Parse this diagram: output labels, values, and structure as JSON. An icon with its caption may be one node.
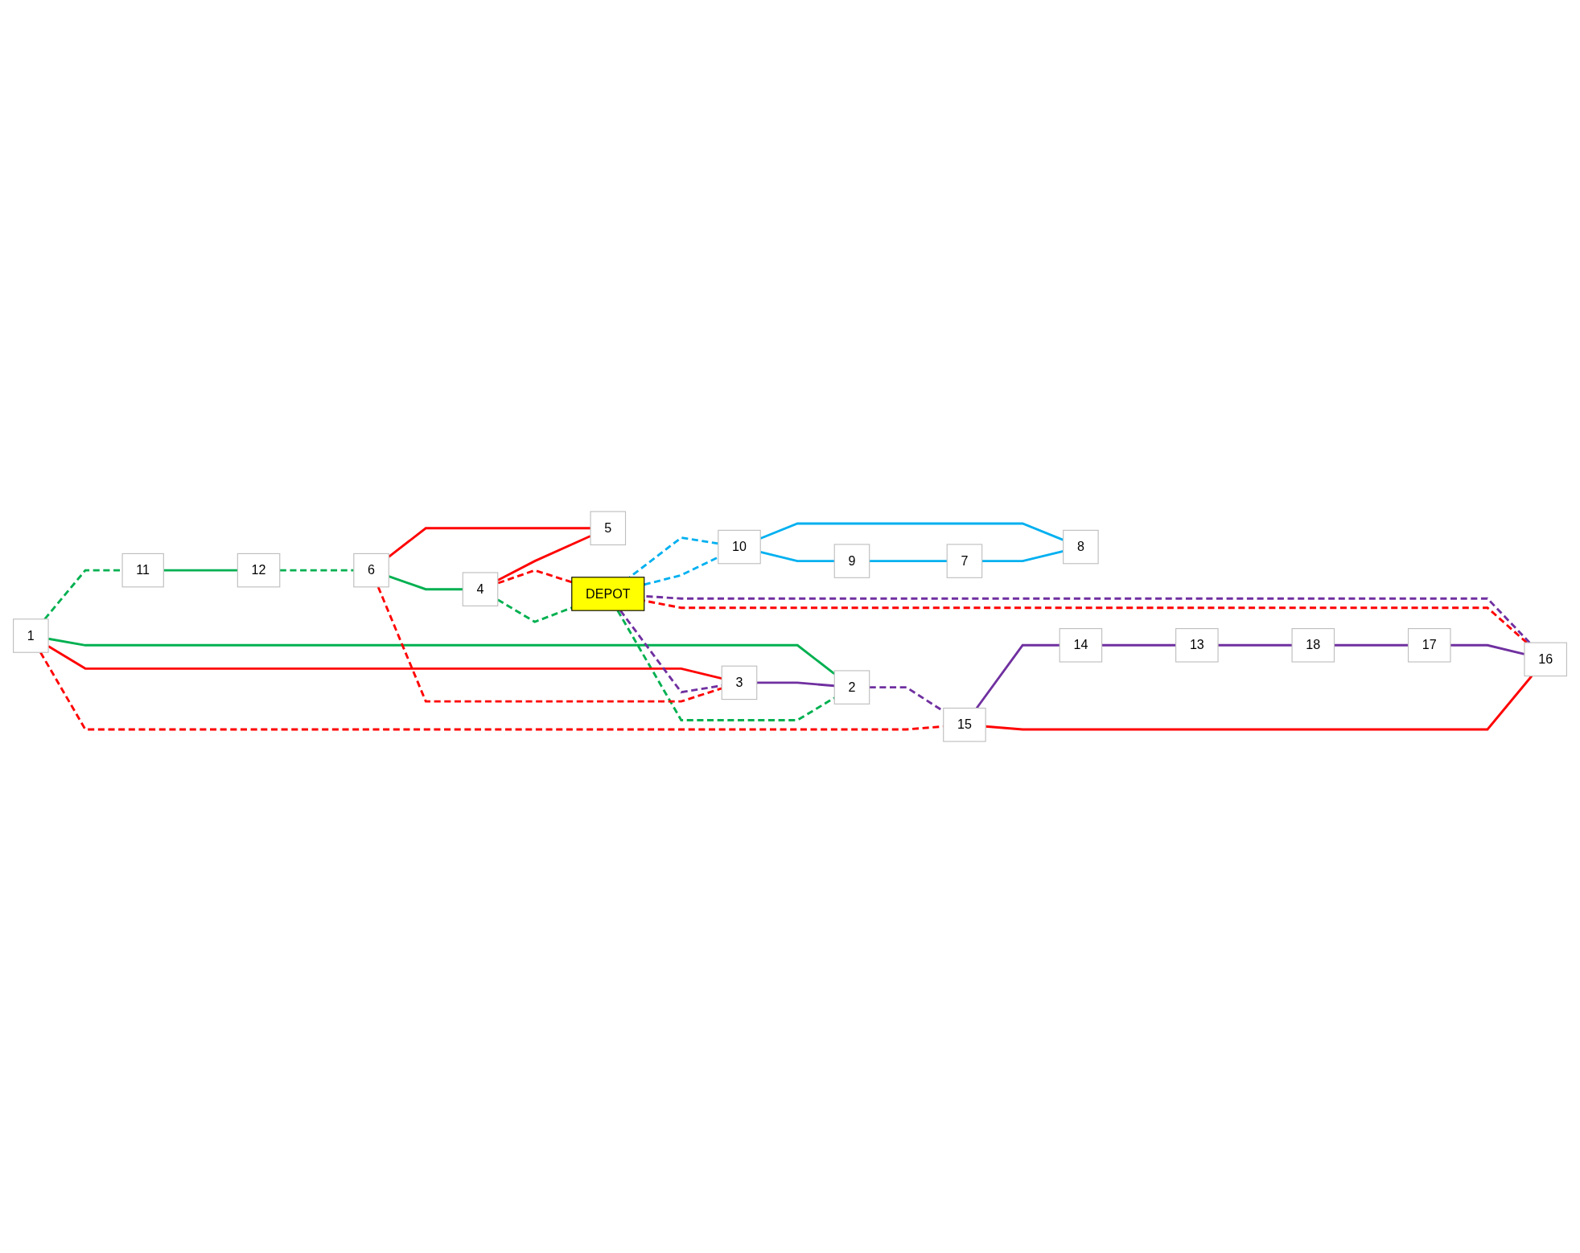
{
  "diagram": {
    "nodes": [
      {
        "text": [
          "1"
        ]
      },
      {
        "text": [
          "2"
        ]
      },
      {
        "text": [
          "3"
        ]
      },
      {
        "text": [
          "4"
        ]
      },
      {
        "text": [
          "5"
        ]
      },
      {
        "text": [
          "6"
        ]
      },
      {
        "text": [
          "7"
        ]
      },
      {
        "text": [
          "8"
        ]
      },
      {
        "text": [
          "9"
        ]
      },
      {
        "text": [
          "10"
        ]
      },
      {
        "text": [
          "11"
        ]
      },
      {
        "text": [
          "12"
        ]
      },
      {
        "text": [
          "13"
        ]
      },
      {
        "text": [
          "14"
        ]
      },
      {
        "text": [
          "15"
        ]
      },
      {
        "text": [
          "16"
        ]
      },
      {
        "text": [
          "17"
        ]
      },
      {
        "text": [
          "18"
        ]
      },
      {
        "text": [
          "DEPOT"
        ]
      }
    ],
    "edges": [
      {
        "from": 18,
        "to": 1,
        "arrow": "none",
        "style": "dashed",
        "color": "#00b050"
      },
      {
        "from": 1,
        "to": 0,
        "arrow": "none",
        "color": "#00b050"
      },
      {
        "from": 0,
        "to": 10,
        "arrow": "none",
        "style": "dashed",
        "color": "#00b050"
      },
      {
        "from": 10,
        "to": 11,
        "arrow": "none",
        "color": "#00b050"
      },
      {
        "from": 11,
        "to": 5,
        "arrow": "none",
        "style": "dashed",
        "color": "#00b050"
      },
      {
        "from": 5,
        "to": 3,
        "arrow": "none",
        "color": "#00b050"
      },
      {
        "from": 3,
        "to": 18,
        "arrow": "none",
        "style": "dashed",
        "color": "#00b050"
      },
      {
        "from": 18,
        "to": 3,
        "arrow": "none",
        "style": "dashed",
        "color": "#ff0000"
      },
      {
        "from": 3,
        "to": 4,
        "arrow": "none",
        "color": "#ff0000"
      },
      {
        "from": 4,
        "to": 5,
        "arrow": "none",
        "color": "#ff0000"
      },
      {
        "from": 5,
        "to": 2,
        "arrow": "none",
        "style": "dashed",
        "color": "#ff0000"
      },
      {
        "from": 2,
        "to": 0,
        "arrow": "none",
        "color": "#ff0000"
      },
      {
        "from": 0,
        "to": 14,
        "arrow": "none",
        "style": "dashed",
        "color": "#ff0000"
      },
      {
        "from": 14,
        "to": 15,
        "arrow": "none",
        "color": "#ff0000"
      },
      {
        "from": 15,
        "to": 18,
        "arrow": "none",
        "style": "dashed",
        "color": "#ff0000"
      },
      {
        "from": 18,
        "to": 2,
        "arrow": "none",
        "style": "dashed",
        "color": "#7030a0"
      },
      {
        "from": 2,
        "to": 1,
        "arrow": "none",
        "color": "#7030a0"
      },
      {
        "from": 1,
        "to": 14,
        "arrow": "none",
        "style": "dashed",
        "color": "#7030a0"
      },
      {
        "from": 14,
        "to": 13,
        "arrow": "none",
        "color": "#7030a0"
      },
      {
        "from": 13,
        "to": 12,
        "arrow": "none",
        "color": "#7030a0"
      },
      {
        "from": 12,
        "to": 17,
        "arrow": "none",
        "color": "#7030a0"
      },
      {
        "from": 17,
        "to": 16,
        "arrow": "none",
        "color": "#7030a0"
      },
      {
        "from": 16,
        "to": 15,
        "arrow": "none",
        "color": "#7030a0"
      },
      {
        "from": 15,
        "to": 18,
        "arrow": "none",
        "style": "dashed",
        "color": "#7030a0"
      },
      {
        "from": 18,
        "to": 9,
        "arrow": "none",
        "style": "dashed",
        "color": "#00b0f0"
      },
      {
        "from": 9,
        "to": 18,
        "arrow": "none",
        "style": "dashed",
        "color": "#00b0f0"
      },
      {
        "from": 6,
        "to": 7,
        "arrow": "none",
        "color": "#00b0f0"
      },
      {
        "from": 7,
        "to": 9,
        "arrow": "none",
        "color": "#00b0f0"
      },
      {
        "from": 9,
        "to": 8,
        "arrow": "none",
        "color": "#00b0f0"
      },
      {
        "from": 8,
        "to": 6,
        "arrow": "none",
        "color": "#00b0f0"
      }
    ]
  }
}
